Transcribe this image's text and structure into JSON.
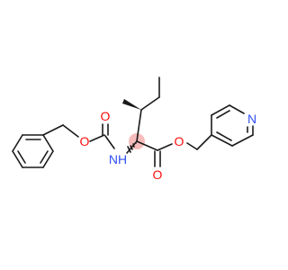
{
  "atoms": {
    "o_carbamate_carbonyl": {
      "text": "O",
      "color": "#ff0d0d"
    },
    "o_carbamate_ether": {
      "text": "O",
      "color": "#ff0d0d"
    },
    "n_amide": {
      "text": "NH",
      "color": "#3050f8"
    },
    "o_ester_carbonyl": {
      "text": "O",
      "color": "#ff0d0d"
    },
    "o_ester_ether": {
      "text": "O",
      "color": "#ff0d0d"
    },
    "n_pyridine": {
      "text": "N",
      "color": "#3050f8"
    }
  },
  "colors": {
    "bond": "#1a1a1a",
    "stereo_highlight": "#f4a0a0"
  }
}
